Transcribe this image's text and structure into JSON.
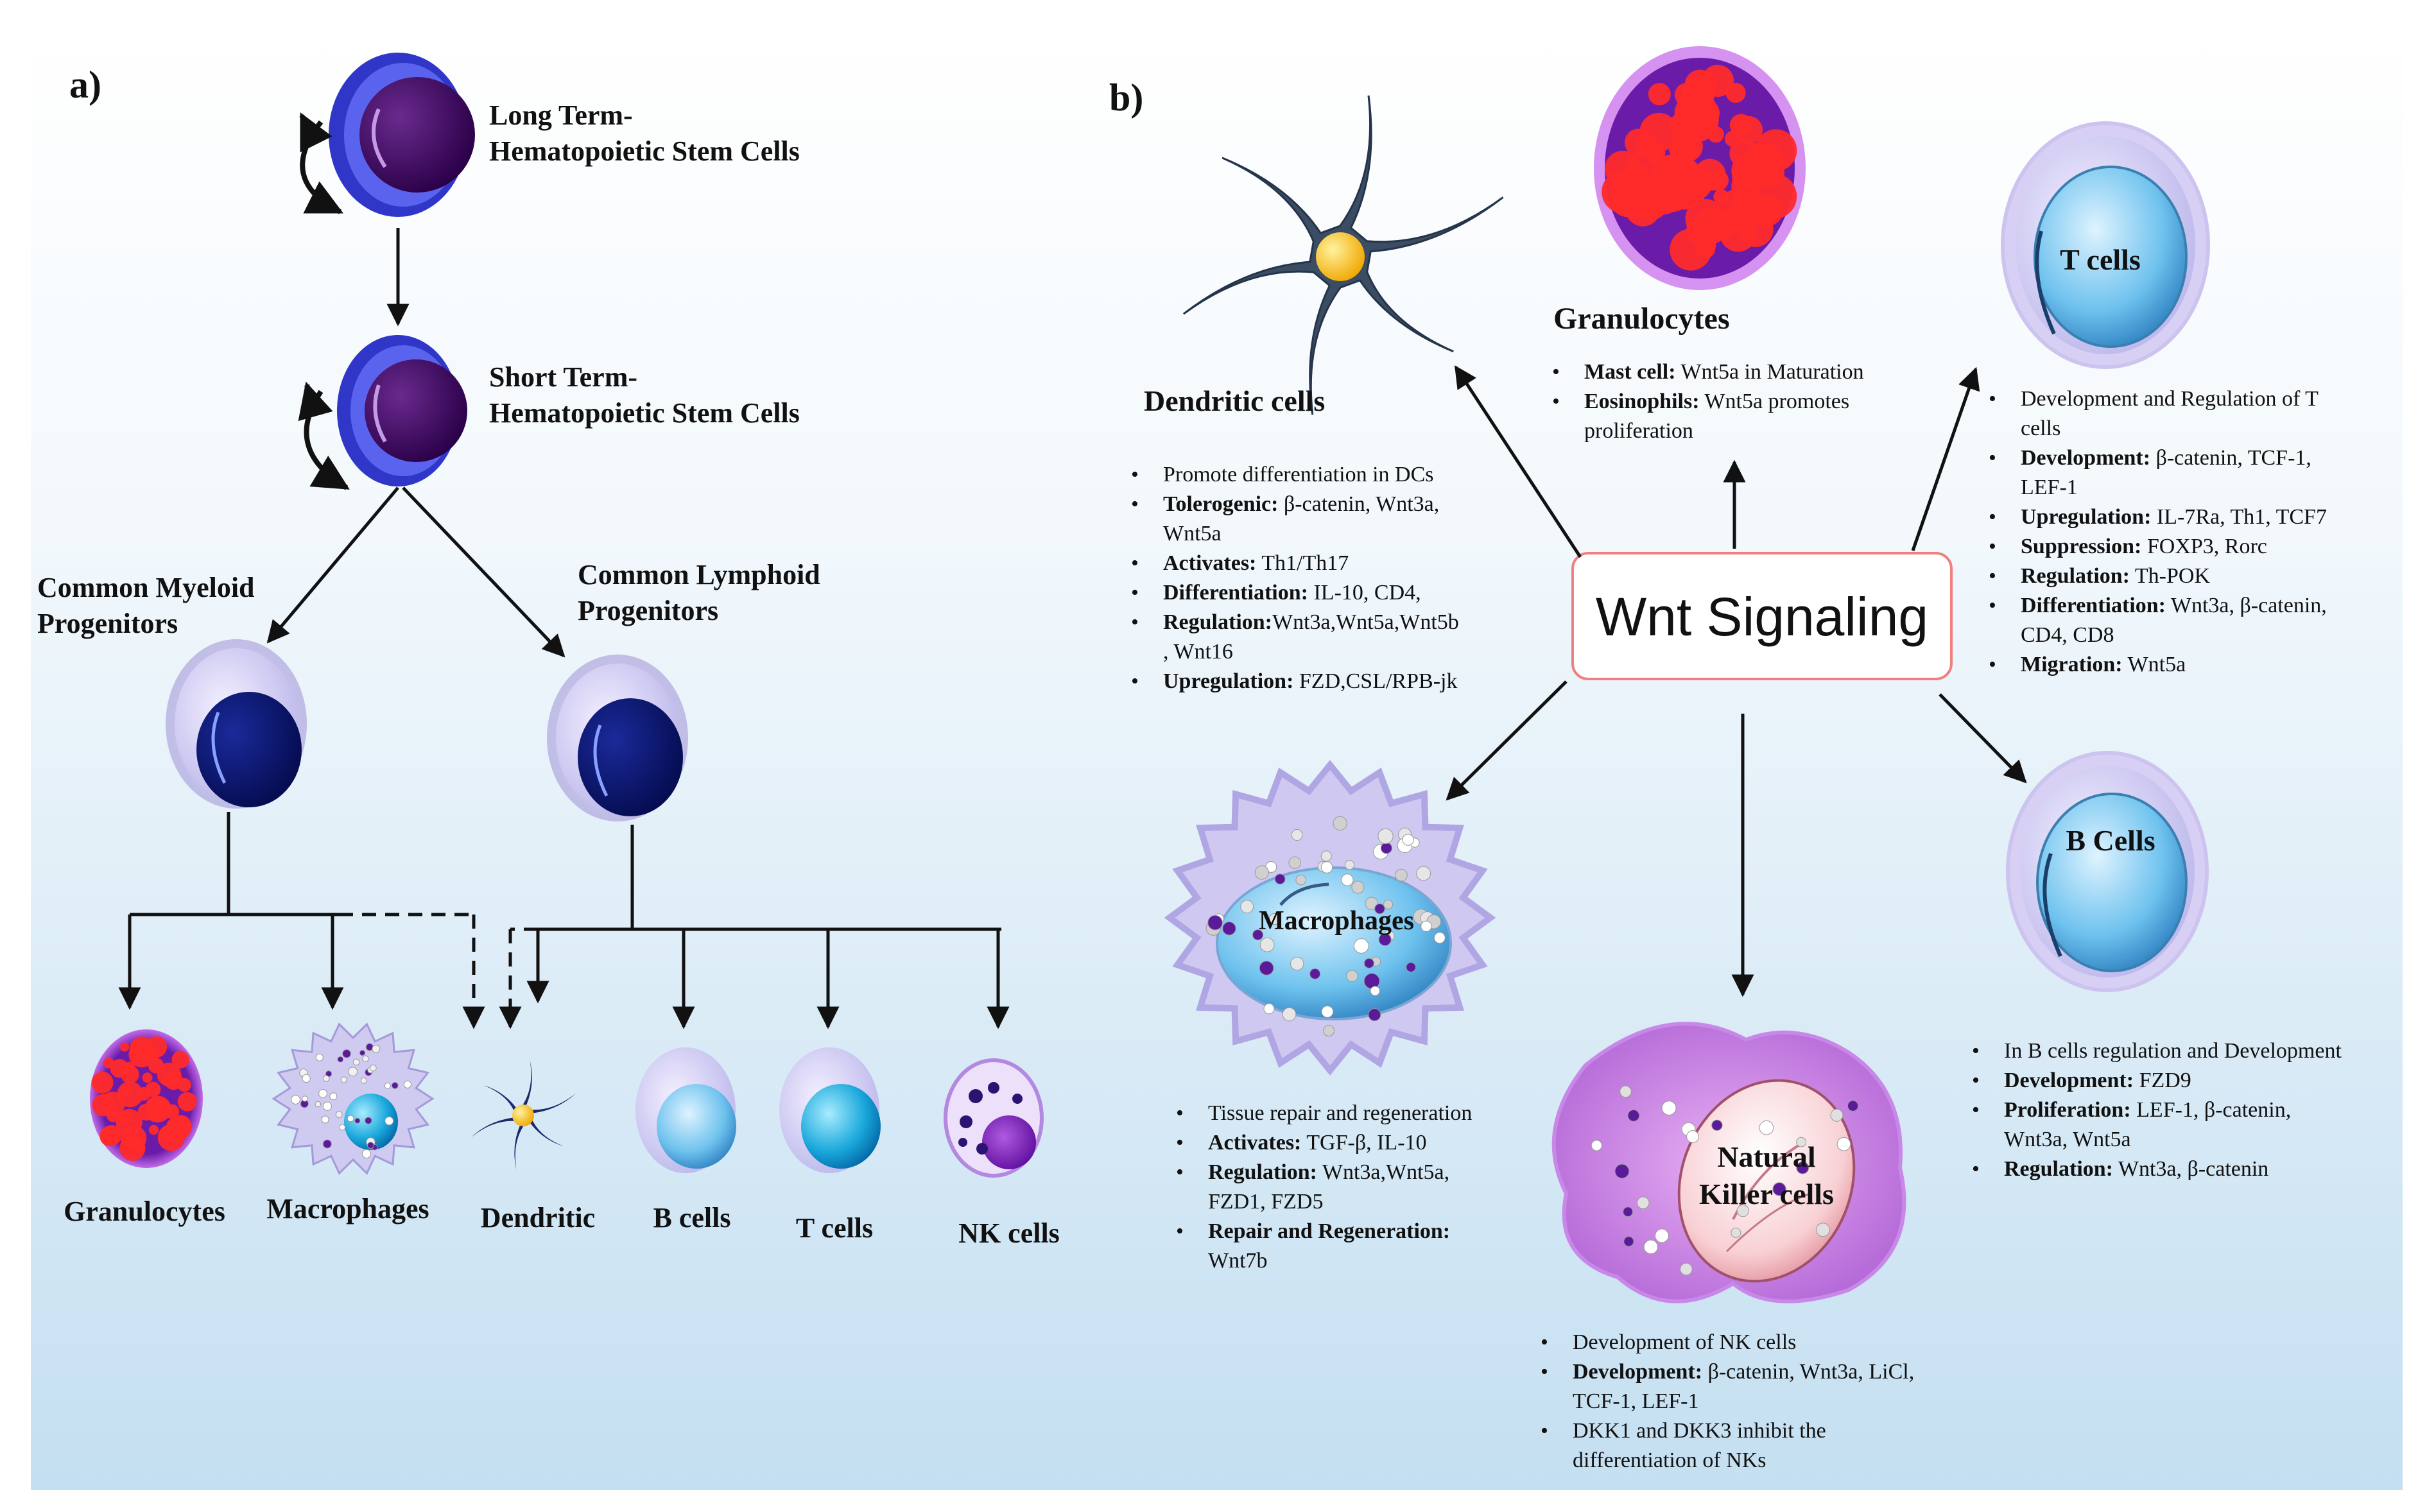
{
  "panel_a": {
    "label": "a)",
    "lt_hsc": [
      "Long Term-",
      "Hematopoietic Stem Cells"
    ],
    "st_hsc": [
      "Short Term-",
      "Hematopoietic Stem Cells"
    ],
    "cmp": [
      "Common Myeloid",
      "Progenitors"
    ],
    "clp": [
      "Common Lymphoid",
      "Progenitors"
    ],
    "cells": [
      "Granulocytes",
      "Macrophages",
      "Dendritic",
      "B cells",
      "T cells",
      "NK cells"
    ]
  },
  "panel_b": {
    "label": "b)",
    "center": "Wnt Signaling",
    "dendritic": {
      "title": "Dendritic cells",
      "bullets": [
        {
          "b": "",
          "t": "Promote differentiation in DCs"
        },
        {
          "b": "Tolerogenic:",
          "t": " β-catenin,   Wnt3a,"
        },
        {
          "b": "",
          "t": "Wnt5a",
          "cont": true
        },
        {
          "b": "Activates:",
          "t": " Th1/Th17"
        },
        {
          "b": "Differentiation:",
          "t": " IL-10, CD4,"
        },
        {
          "b": "Regulation:",
          "t": "Wnt3a,Wnt5a,Wnt5b"
        },
        {
          "b": "",
          "t": ", Wnt16",
          "cont": true
        },
        {
          "b": "Upregulation:",
          "t": " FZD,CSL/RPB-jk"
        }
      ]
    },
    "granulocytes": {
      "title": "Granulocytes",
      "bullets": [
        {
          "b": "Mast cell:",
          "t": " Wnt5a in Maturation"
        },
        {
          "b": "Eosinophils:",
          "t": " Wnt5a promotes"
        },
        {
          "b": "",
          "t": "proliferation",
          "cont": true
        }
      ]
    },
    "tcells": {
      "title": "T cells",
      "bullets": [
        {
          "b": "",
          "t": "Development and Regulation of T"
        },
        {
          "b": "",
          "t": "cells",
          "cont": true
        },
        {
          "b": "Development:",
          "t": " β-catenin, TCF-1,"
        },
        {
          "b": "",
          "t": "LEF-1",
          "cont": true
        },
        {
          "b": "Upregulation:",
          "t": " IL-7Ra, Th1, TCF7"
        },
        {
          "b": "Suppression:",
          "t": " FOXP3, Rorc"
        },
        {
          "b": "Regulation:",
          "t": " Th-POK"
        },
        {
          "b": "Differentiation:",
          "t": " Wnt3a, β-catenin,"
        },
        {
          "b": "",
          "t": "CD4, CD8",
          "cont": true
        },
        {
          "b": "Migration:",
          "t": " Wnt5a"
        }
      ]
    },
    "bcells": {
      "title": "B Cells",
      "bullets": [
        {
          "b": "",
          "t": "In B cells regulation and Development"
        },
        {
          "b": "Development:",
          "t": " FZD9"
        },
        {
          "b": "Proliferation:",
          "t": " LEF-1, β-catenin,"
        },
        {
          "b": "",
          "t": "Wnt3a, Wnt5a",
          "cont": true
        },
        {
          "b": "Regulation:",
          "t": " Wnt3a, β-catenin"
        }
      ]
    },
    "macrophages": {
      "title": "Macrophages",
      "bullets": [
        {
          "b": "",
          "t": "Tissue repair and regeneration"
        },
        {
          "b": "Activates:",
          "t": " TGF-β, IL-10"
        },
        {
          "b": "Regulation:",
          "t": " Wnt3a,Wnt5a,"
        },
        {
          "b": "",
          "t": "FZD1, FZD5",
          "cont": true
        },
        {
          "b": "Repair and Regeneration:",
          "t": ""
        },
        {
          "b": "",
          "t": "Wnt7b",
          "cont": true
        }
      ]
    },
    "nk": {
      "title": [
        "Natural",
        "Killer cells"
      ],
      "bullets": [
        {
          "b": "",
          "t": "Development of NK cells"
        },
        {
          "b": "Development:",
          "t": " β-catenin, Wnt3a, LiCl,"
        },
        {
          "b": "",
          "t": "TCF-1, LEF-1",
          "cont": true
        },
        {
          "b": "",
          "t": "DKK1 and DKK3 inhibit the"
        },
        {
          "b": "",
          "t": "differentiation of NKs",
          "cont": true
        }
      ]
    }
  },
  "colors": {
    "bg_top": "#ffffff",
    "bg_bottom": "#c6e1f2",
    "nucleus_purple": "#3a0a5e",
    "nucleus_navy": "#0a1a6b",
    "membrane_blue": "#3a3fd8",
    "granule_red": "#ff2a2a",
    "center_border": "#f08080"
  }
}
